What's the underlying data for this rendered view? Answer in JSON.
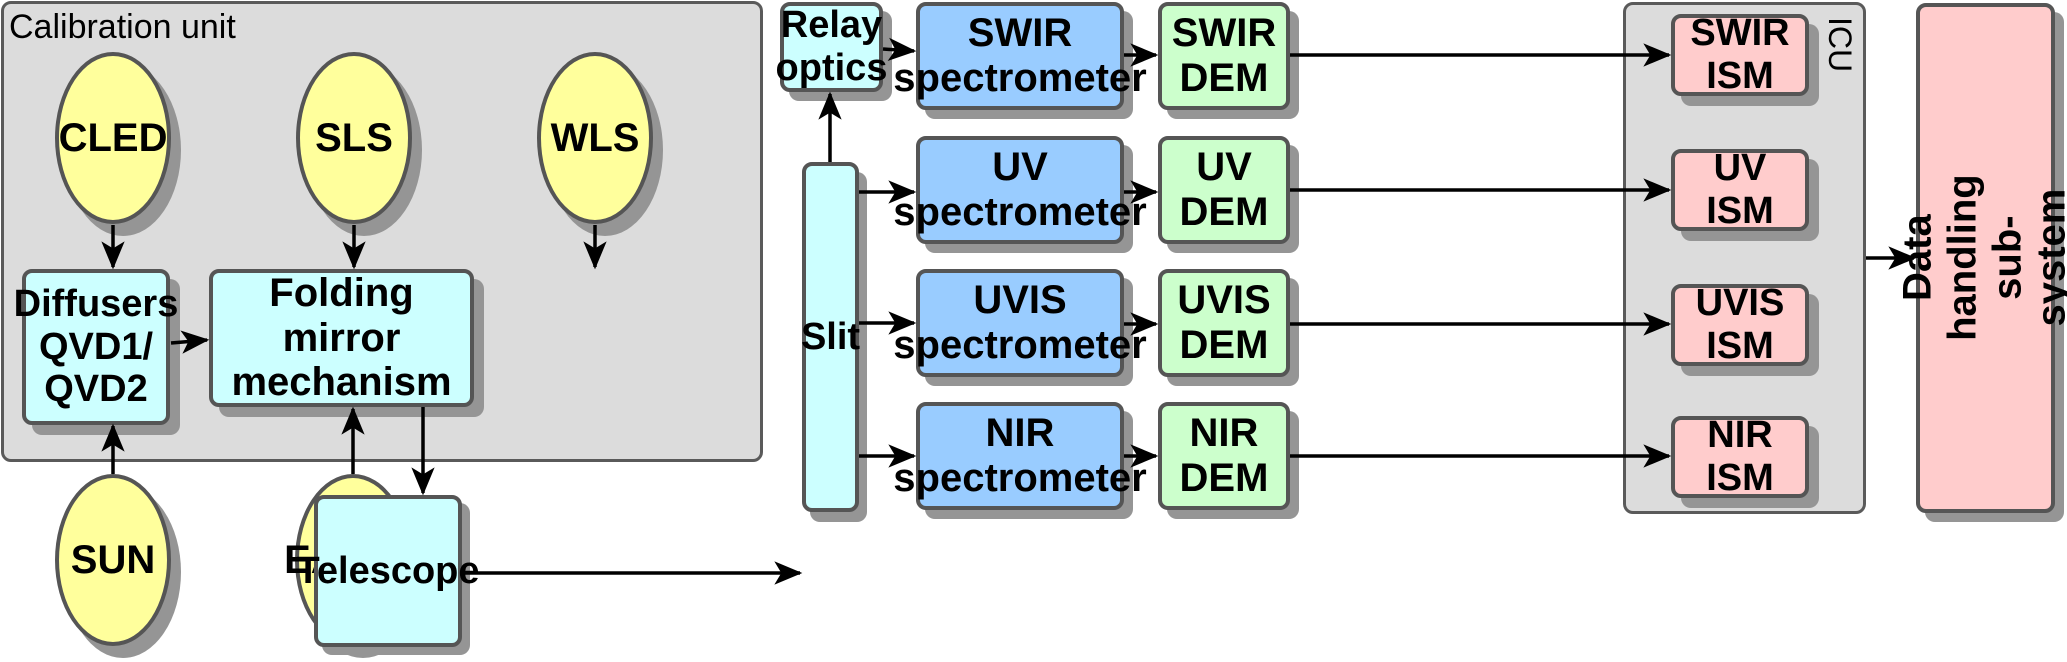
{
  "groups": {
    "calibration_unit": "Calibration unit",
    "icu": "ICU"
  },
  "sources": {
    "cled": "CLED",
    "sls": "SLS",
    "wls": "WLS",
    "sun": "SUN",
    "earth": "EARTH"
  },
  "optics": {
    "diffusers": "Diffusers\nQVD1/\nQVD2",
    "folding_mirror": "Folding mirror\nmechanism",
    "telescope": "Telescope",
    "slit": "Slit",
    "relay_optics": "Relay\noptics"
  },
  "channels": [
    {
      "name": "SWIR",
      "spectrometer": "SWIR\nspectrometer",
      "dem": "SWIR\nDEM",
      "ism": "SWIR\nISM"
    },
    {
      "name": "UV",
      "spectrometer": "UV\nspectrometer",
      "dem": "UV\nDEM",
      "ism": "UV\nISM"
    },
    {
      "name": "UVIS",
      "spectrometer": "UVIS\nspectrometer",
      "dem": "UVIS\nDEM",
      "ism": "UVIS\nISM"
    },
    {
      "name": "NIR",
      "spectrometer": "NIR\nspectrometer",
      "dem": "NIR\nDEM",
      "ism": "NIR\nISM"
    }
  ],
  "data_handling": "Data handling\nsub-system",
  "colors": {
    "source_fill": "#ffff9c",
    "optics_fill": "#ccffff",
    "spectrometer_fill": "#99ccff",
    "dem_fill": "#ccffcc",
    "ism_fill": "#ffcccc",
    "group_fill": "#dcdcdc"
  }
}
